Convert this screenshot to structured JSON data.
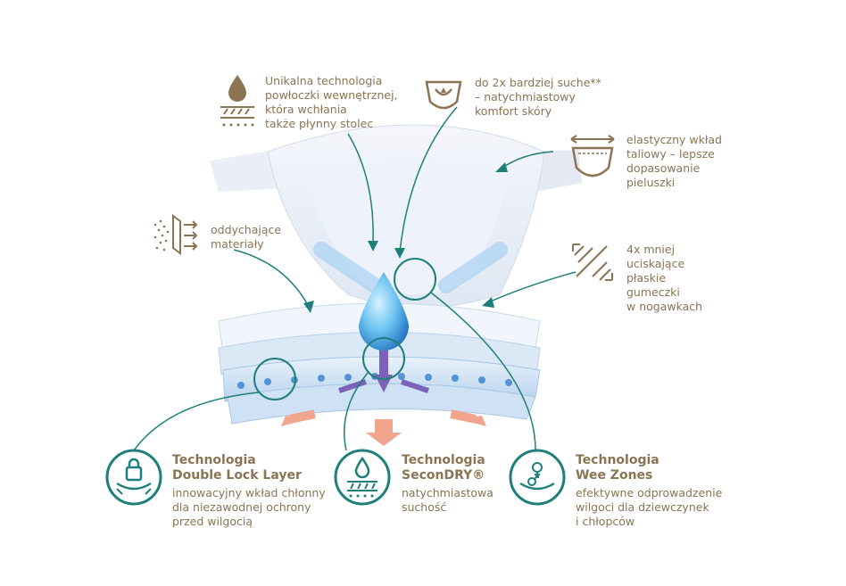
{
  "features": {
    "coating": [
      "Unikalna technologia",
      "powłoczki wewnętrznej,",
      "która wchłania",
      "także płynny stolec"
    ],
    "dry": [
      "do 2x bardziej suche**",
      "– natychmiastowy",
      "komfort skóry"
    ],
    "waist": [
      "elastyczny wkład",
      "taliowy – lepsze",
      "dopasowanie",
      "pieluszki"
    ],
    "breathable": [
      "oddychające",
      "materiały"
    ],
    "leg": [
      "4x mniej",
      "uciskające",
      "płaskie",
      "gumeczki",
      "w nogawkach"
    ]
  },
  "technologies": [
    {
      "title": [
        "Technologia",
        "Double Lock Layer"
      ],
      "desc": [
        "innowacyjny wkład chłonny",
        "dla niezawodnej ochrony",
        "przed wilgocią"
      ]
    },
    {
      "title": [
        "Technologia",
        "SeconDRY®"
      ],
      "desc": [
        "natychmiastowa",
        "suchość"
      ]
    },
    {
      "title": [
        "Technologia",
        "Wee Zones"
      ],
      "desc": [
        "efektywne odprowadzenie",
        "wilgoci dla dziewczynek",
        "i chłopców"
      ]
    }
  ],
  "colors": {
    "text": "#8a7454",
    "teal": "#1f7f7a",
    "blue": "#5aa7df",
    "orange": "#f1a58f",
    "purple": "#7b62b8"
  }
}
